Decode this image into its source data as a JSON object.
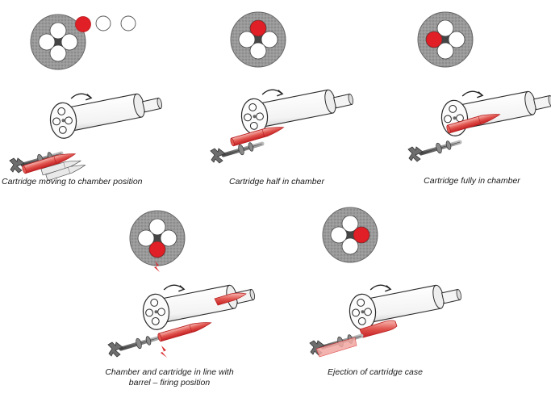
{
  "panels": [
    {
      "caption": "Cartridge moving to chamber position"
    },
    {
      "caption": "Cartridge half in chamber"
    },
    {
      "caption": "Cartridge fully in chamber"
    },
    {
      "caption_line1": "Chamber and cartridge in line with",
      "caption_line2": "barrel – firing position"
    },
    {
      "caption": "Ejection of cartridge case"
    }
  ],
  "colors": {
    "cartridge": "#d9282a",
    "cartridge_light": "#f2a7a2",
    "cylinder_disc": "#8f8f8f",
    "cylinder_center": "#555555",
    "outline": "#2a2a2a"
  }
}
